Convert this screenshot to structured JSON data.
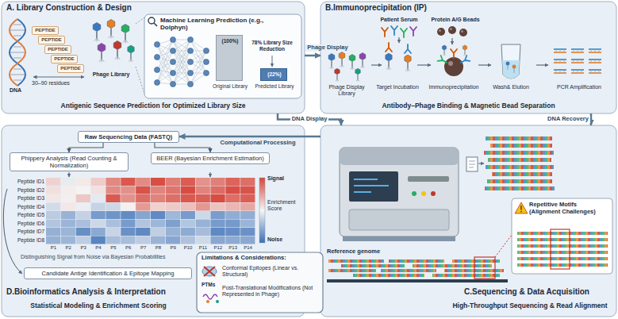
{
  "diagram": {
    "nodes": [
      {
        "text": [
          "A. Library Construction & Design",
          "Antigenic Sequence Prediction for Optimized Library Size"
        ]
      },
      {
        "text": [
          "PEPTIDE"
        ],
        "in": 0
      },
      {
        "text": [
          "PEPTIDE"
        ],
        "in": 0
      },
      {
        "text": [
          "PEPTIDE"
        ],
        "in": 0
      },
      {
        "text": [
          "PEPTIDE"
        ],
        "in": 0
      },
      {
        "text": [
          "PEPTIDE"
        ],
        "in": 0
      },
      {
        "text": [
          "Machine Learning Prediction (e.g., Dolphyn)"
        ],
        "in": 0
      },
      {
        "text": [
          "(100%)",
          "Original Library"
        ],
        "in": 6
      },
      {
        "text": [
          "(22%)",
          "Predicted Library"
        ],
        "in": 6
      },
      {
        "text": [
          "B.Immunoprecipitation (IP)",
          "Antibody–Phage Binding & Magnetic Bead Separation"
        ]
      },
      {
        "text": [
          "D.Bioinformatics Analysis & Interpretation",
          "Statistical Modeling & Enrichment Scoring"
        ]
      },
      {
        "text": [
          "Raw Sequencing Data (FASTQ)"
        ],
        "in": 10
      },
      {
        "text": [
          "Phippery Analysis (Read Counting & Normalization)"
        ],
        "in": 10
      },
      {
        "text": [
          "BEER (Bayesian Enrichment Estimation)"
        ],
        "in": 10
      },
      {
        "text": [
          "Candidate Antige Identification & Epitope Mapping"
        ],
        "in": 10
      },
      {
        "text": [
          "Limitations & Considerations:",
          "Conformal Epitopes (Linear vs. Structural)",
          "PTMs",
          "Post-Translational Modifications (Not Represented in Phage)"
        ]
      },
      {
        "text": [
          "C.Sequencing & Data Acquisition",
          "High-Throughput Sequencing & Read Alignment"
        ]
      },
      {
        "text": [
          "Repetitive Motifs (Alignment Challenges)"
        ],
        "in": 16
      }
    ],
    "edges": [
      {
        "from": 0,
        "to": 9,
        "arrow": "to",
        "label": "Phage Display"
      },
      {
        "from": 0,
        "to": 16,
        "arrow": "to",
        "label": "DNA Display"
      },
      {
        "from": 9,
        "to": 16,
        "arrow": "to",
        "label": "DNA Recovery"
      },
      {
        "from": 16,
        "to": 11,
        "arrow": "to",
        "label": "Computational Processing"
      },
      {
        "from": 11,
        "to": 12,
        "arrow": "to"
      },
      {
        "from": 11,
        "to": 13,
        "arrow": "to"
      }
    ],
    "labels": [
      "DNA",
      "30–90 residues",
      "Phage Library",
      "78% Library Size Reduction",
      "Patient Serum",
      "Protein A/G Beads",
      "Phage Display Library",
      "Target Incubation",
      "Immunoprecipitation",
      "Wash& Elution",
      "PCR Amplification",
      "Peptide ID1",
      "Peptide ID2",
      "Peptide ID3",
      "Peptide ID4",
      "Peptide ID5",
      "Peptide ID6",
      "Peptide ID7",
      "Peptide ID8",
      "P1",
      "P2",
      "P3",
      "P4",
      "P5",
      "P6",
      "P7",
      "P8",
      "P9",
      "P10",
      "P11",
      "P12",
      "P13",
      "P14",
      "Signal",
      "Enrichment Score",
      "Noise",
      "Distinguishing Signal from Noise via Bayesian Probabilities",
      "Reference genome"
    ]
  }
}
